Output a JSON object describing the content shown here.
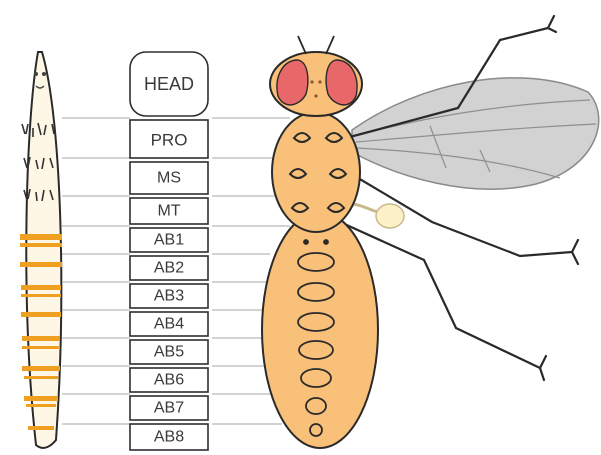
{
  "diagram": {
    "segments": [
      {
        "id": "head",
        "label": "HEAD"
      },
      {
        "id": "pro",
        "label": "PRO"
      },
      {
        "id": "ms",
        "label": "MS"
      },
      {
        "id": "mt",
        "label": "MT"
      },
      {
        "id": "ab1",
        "label": "AB1"
      },
      {
        "id": "ab2",
        "label": "AB2"
      },
      {
        "id": "ab3",
        "label": "AB3"
      },
      {
        "id": "ab4",
        "label": "AB4"
      },
      {
        "id": "ab5",
        "label": "AB5"
      },
      {
        "id": "ab6",
        "label": "AB6"
      },
      {
        "id": "ab7",
        "label": "AB7"
      },
      {
        "id": "ab8",
        "label": "AB8"
      }
    ],
    "colors": {
      "body": "#f9c07a",
      "outline": "#2a2a2a",
      "eye": "#e8686a",
      "wing": "#d2d2d2",
      "larva_band": "#f0a020",
      "haltere": "#fdf1c8"
    }
  }
}
